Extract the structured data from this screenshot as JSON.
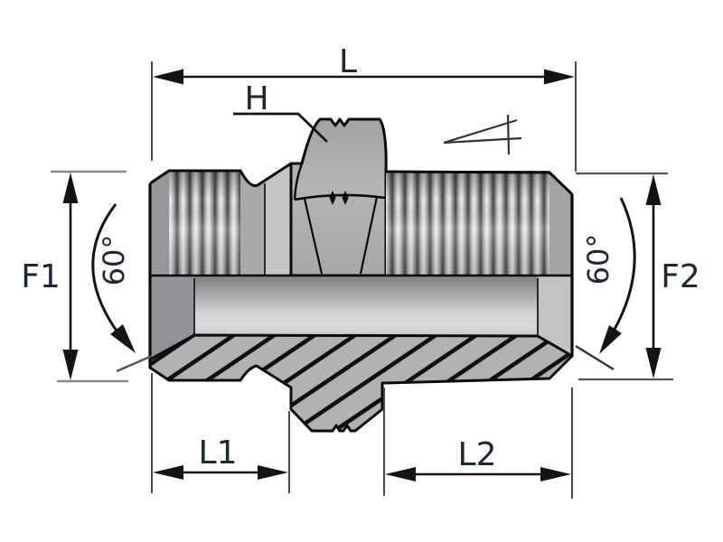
{
  "drawing": {
    "background": "#ffffff",
    "labels": {
      "overall_length": "L",
      "hex_across_flats": "H",
      "left_thread": "F1",
      "right_thread": "F2",
      "left_cone_angle": "60°",
      "right_cone_angle": "60°",
      "left_length": "L1",
      "right_length": "L2"
    },
    "icons": {
      "taper_symbol": "conical-taper-icon"
    },
    "colors": {
      "label_text": "#1c2738",
      "outline": "#0b0b0b",
      "dimension_line": "#141414",
      "extension_line": "#5a5a5a",
      "hatch_line": "#101010",
      "body_gray": "#b3b4b6"
    }
  }
}
